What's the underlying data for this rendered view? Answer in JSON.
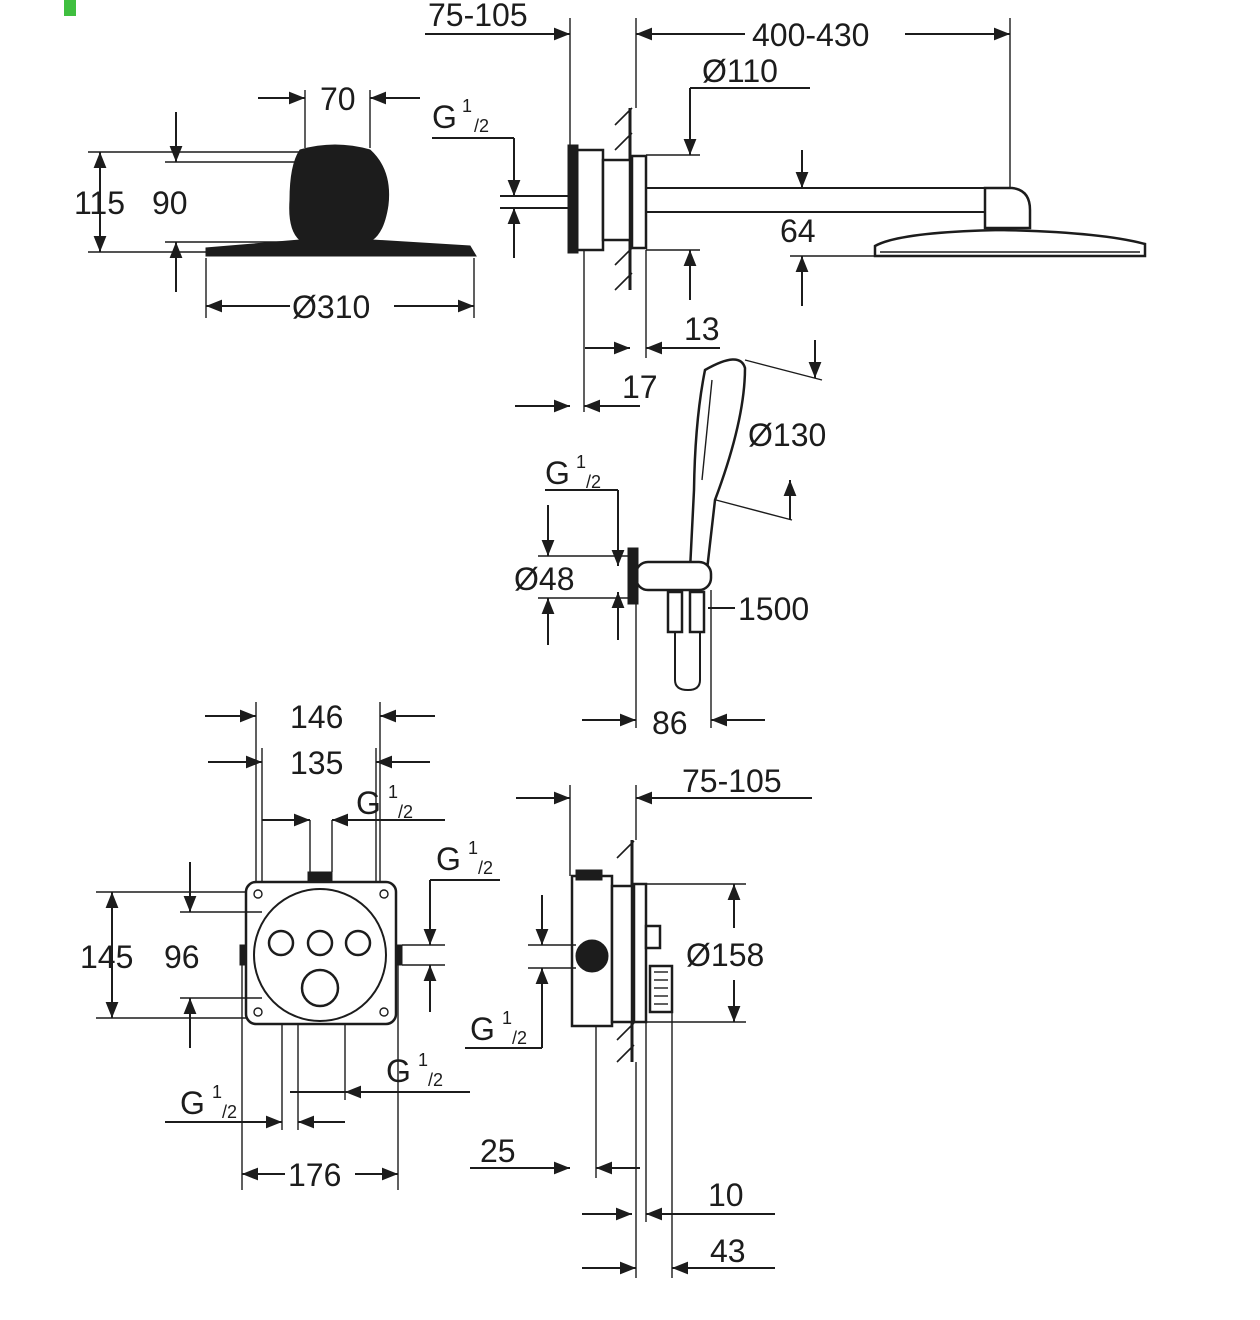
{
  "colors": {
    "ink": "#1c1c1c",
    "accent_mark": "#3fbf3f",
    "background": "#ffffff"
  },
  "overhead_shower": {
    "width": "70",
    "height_total": "115",
    "height_body": "90",
    "diameter": "Ø310"
  },
  "shower_arm": {
    "wall_depth": "75-105",
    "arm_length": "400-430",
    "flange_diameter": "Ø110",
    "thread": "G",
    "thread_num": "1",
    "thread_den": "/2",
    "head_height": "64",
    "flange_depth": "13",
    "offset": "17"
  },
  "hand_shower": {
    "head_diameter": "Ø130",
    "thread": "G",
    "thread_num": "1",
    "thread_den": "/2",
    "outlet_diameter": "Ø48",
    "hose_length": "1500",
    "projection": "86"
  },
  "thermostat_front": {
    "outer_width": "146",
    "inner_width": "135",
    "thread": "G",
    "thread_num": "1",
    "thread_den": "/2",
    "outer_height": "145",
    "inner_height": "96",
    "box_width": "176"
  },
  "thermostat_side": {
    "wall_depth": "75-105",
    "plate_diameter": "Ø158",
    "thread": "G",
    "thread_num": "1",
    "thread_den": "/2",
    "depth_25": "25",
    "depth_10": "10",
    "depth_43": "43"
  }
}
